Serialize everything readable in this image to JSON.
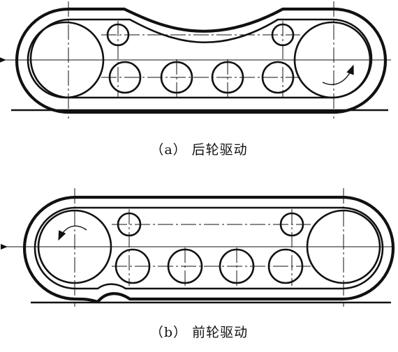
{
  "captions": {
    "a": "（a） 后轮驱动",
    "b": "（b） 前轮驱动"
  },
  "colors": {
    "stroke": "#111111",
    "background": "#ffffff"
  },
  "diagrams": [
    {
      "id": "a",
      "drive_wheel": "rear",
      "road_wheels": 4,
      "support_rollers": 2,
      "travel_direction": "left"
    },
    {
      "id": "b",
      "drive_wheel": "front",
      "road_wheels": 4,
      "support_rollers": 2,
      "travel_direction": "left"
    }
  ]
}
